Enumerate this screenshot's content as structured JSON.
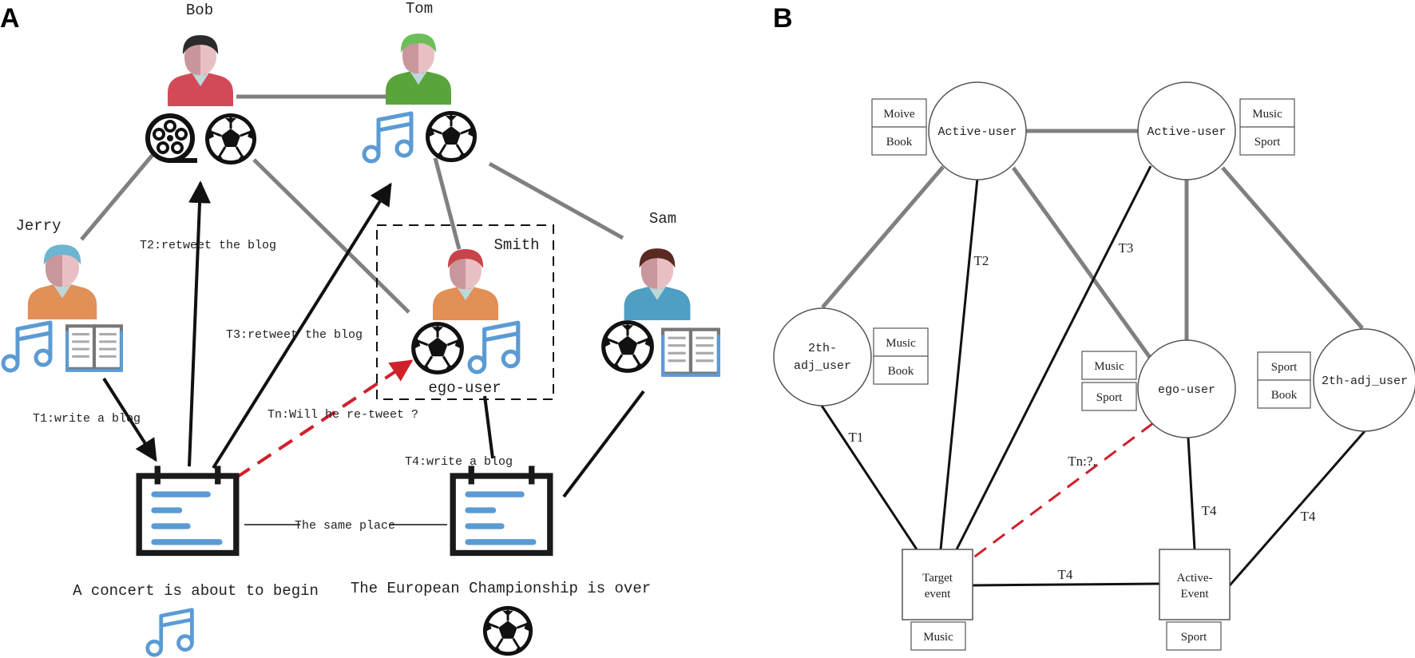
{
  "panel_a": {
    "letter": "A",
    "people": {
      "bob": "Bob",
      "tom": "Tom",
      "jerry": "Jerry",
      "smith": "Smith",
      "sam": "Sam"
    },
    "ego_user": "ego-user",
    "labels": {
      "t1": "T1:write a blog",
      "t2": "T2:retweet the blog",
      "t3": "T3:retweet the blog",
      "tn": "Tn:Will he re-tweet ?",
      "t4": "T4:write a blog",
      "same_place": "The same place"
    },
    "captions": {
      "concert": "A concert is about to begin",
      "championship": "The European Championship is over"
    },
    "colors": {
      "music": "#5b9bd5",
      "red_edge": "#d0202a",
      "gray_edge": "#808080"
    }
  },
  "panel_b": {
    "letter": "B",
    "nodes": {
      "active_user_left": "Active-user",
      "active_user_right": "Active-user",
      "adj_left_line1": "2th-",
      "adj_left_line2": "adj_user",
      "ego_user": "ego-user",
      "adj_right": "2th-adj_user",
      "target_line1": "Target",
      "target_line2": "event",
      "active_event_line1": "Active-",
      "active_event_line2": "Event"
    },
    "tags": {
      "au_left_top": "Moive",
      "au_left_bottom": "Book",
      "au_right_top": "Music",
      "au_right_bottom": "Sport",
      "adj_left_top": "Music",
      "adj_left_bottom": "Book",
      "ego_top": "Music",
      "ego_bottom": "Sport",
      "adj_right_top": "Sport",
      "adj_right_bottom": "Book",
      "target": "Music",
      "active_event": "Sport"
    },
    "edges": {
      "t1": "T1",
      "t2": "T2",
      "t3": "T3",
      "tn": "Tn:?,",
      "t4_ego": "T4",
      "t4_adj": "T4",
      "t4_bottom": "T4"
    }
  }
}
